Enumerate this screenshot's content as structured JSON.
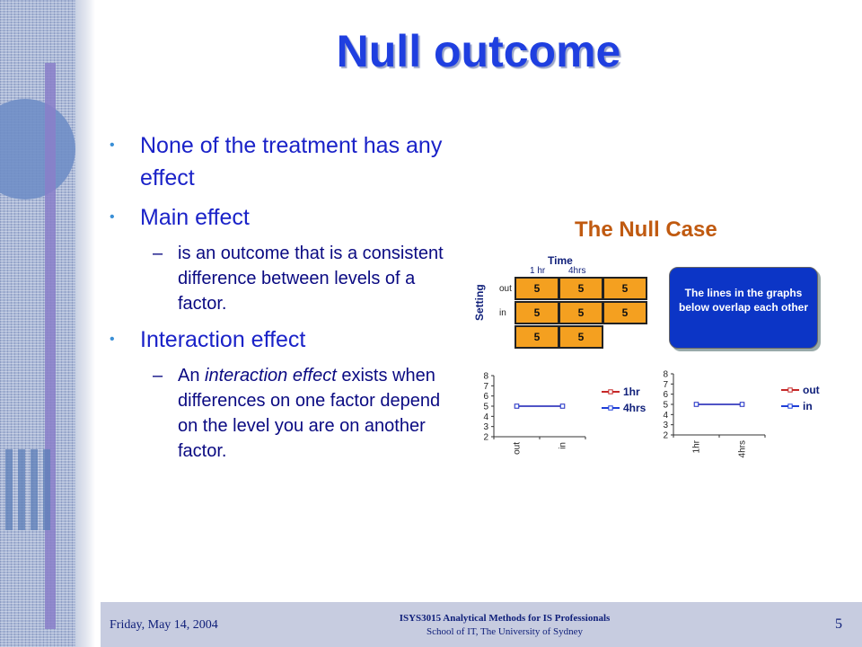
{
  "slide": {
    "title": "Null outcome",
    "bullets": [
      {
        "text": "None of the treatment has any effect"
      },
      {
        "text": "Main effect",
        "sub": "is an outcome that is a consistent difference between levels of a factor."
      },
      {
        "text": "Interaction effect",
        "sub_pre": "An ",
        "sub_em": "interaction effect",
        "sub_post": " exists when differences on one factor depend on the level you are on another factor."
      }
    ],
    "bullet_glyph": "•",
    "dash_glyph": "–"
  },
  "figure": {
    "title": "The Null Case",
    "column_header": "Time",
    "columns": [
      "1 hr",
      "4hrs"
    ],
    "row_header": "Setting",
    "rows": [
      "out",
      "in"
    ],
    "grid": [
      [
        "5",
        "5",
        "5"
      ],
      [
        "5",
        "5",
        "5"
      ],
      [
        "5",
        "5"
      ]
    ],
    "note": "The lines in the graphs below overlap each other",
    "colors": {
      "cell": "#f4a020",
      "note_bg": "#0c35c6",
      "title": "#c05a10",
      "series_a": "#c62828",
      "series_b": "#1f3fd8"
    }
  },
  "chart_data": [
    {
      "type": "line",
      "categories": [
        "out",
        "in"
      ],
      "series": [
        {
          "name": "1hr",
          "values": [
            5,
            5
          ]
        },
        {
          "name": "4hrs",
          "values": [
            5,
            5
          ]
        }
      ],
      "ylim": [
        2,
        8
      ],
      "yticks": [
        "2",
        "3",
        "4",
        "5",
        "6",
        "7",
        "8"
      ],
      "legend": "right"
    },
    {
      "type": "line",
      "categories": [
        "1hr",
        "4hrs"
      ],
      "series": [
        {
          "name": "out",
          "values": [
            5,
            5
          ]
        },
        {
          "name": "in",
          "values": [
            5,
            5
          ]
        }
      ],
      "ylim": [
        2,
        8
      ],
      "yticks": [
        "2",
        "3",
        "4",
        "5",
        "6",
        "7",
        "8"
      ],
      "legend": "right"
    }
  ],
  "footer": {
    "date": "Friday, May 14, 2004",
    "course": "ISYS3015 Analytical Methods for IS Professionals",
    "school": "School of IT, The University of Sydney",
    "page": "5"
  }
}
